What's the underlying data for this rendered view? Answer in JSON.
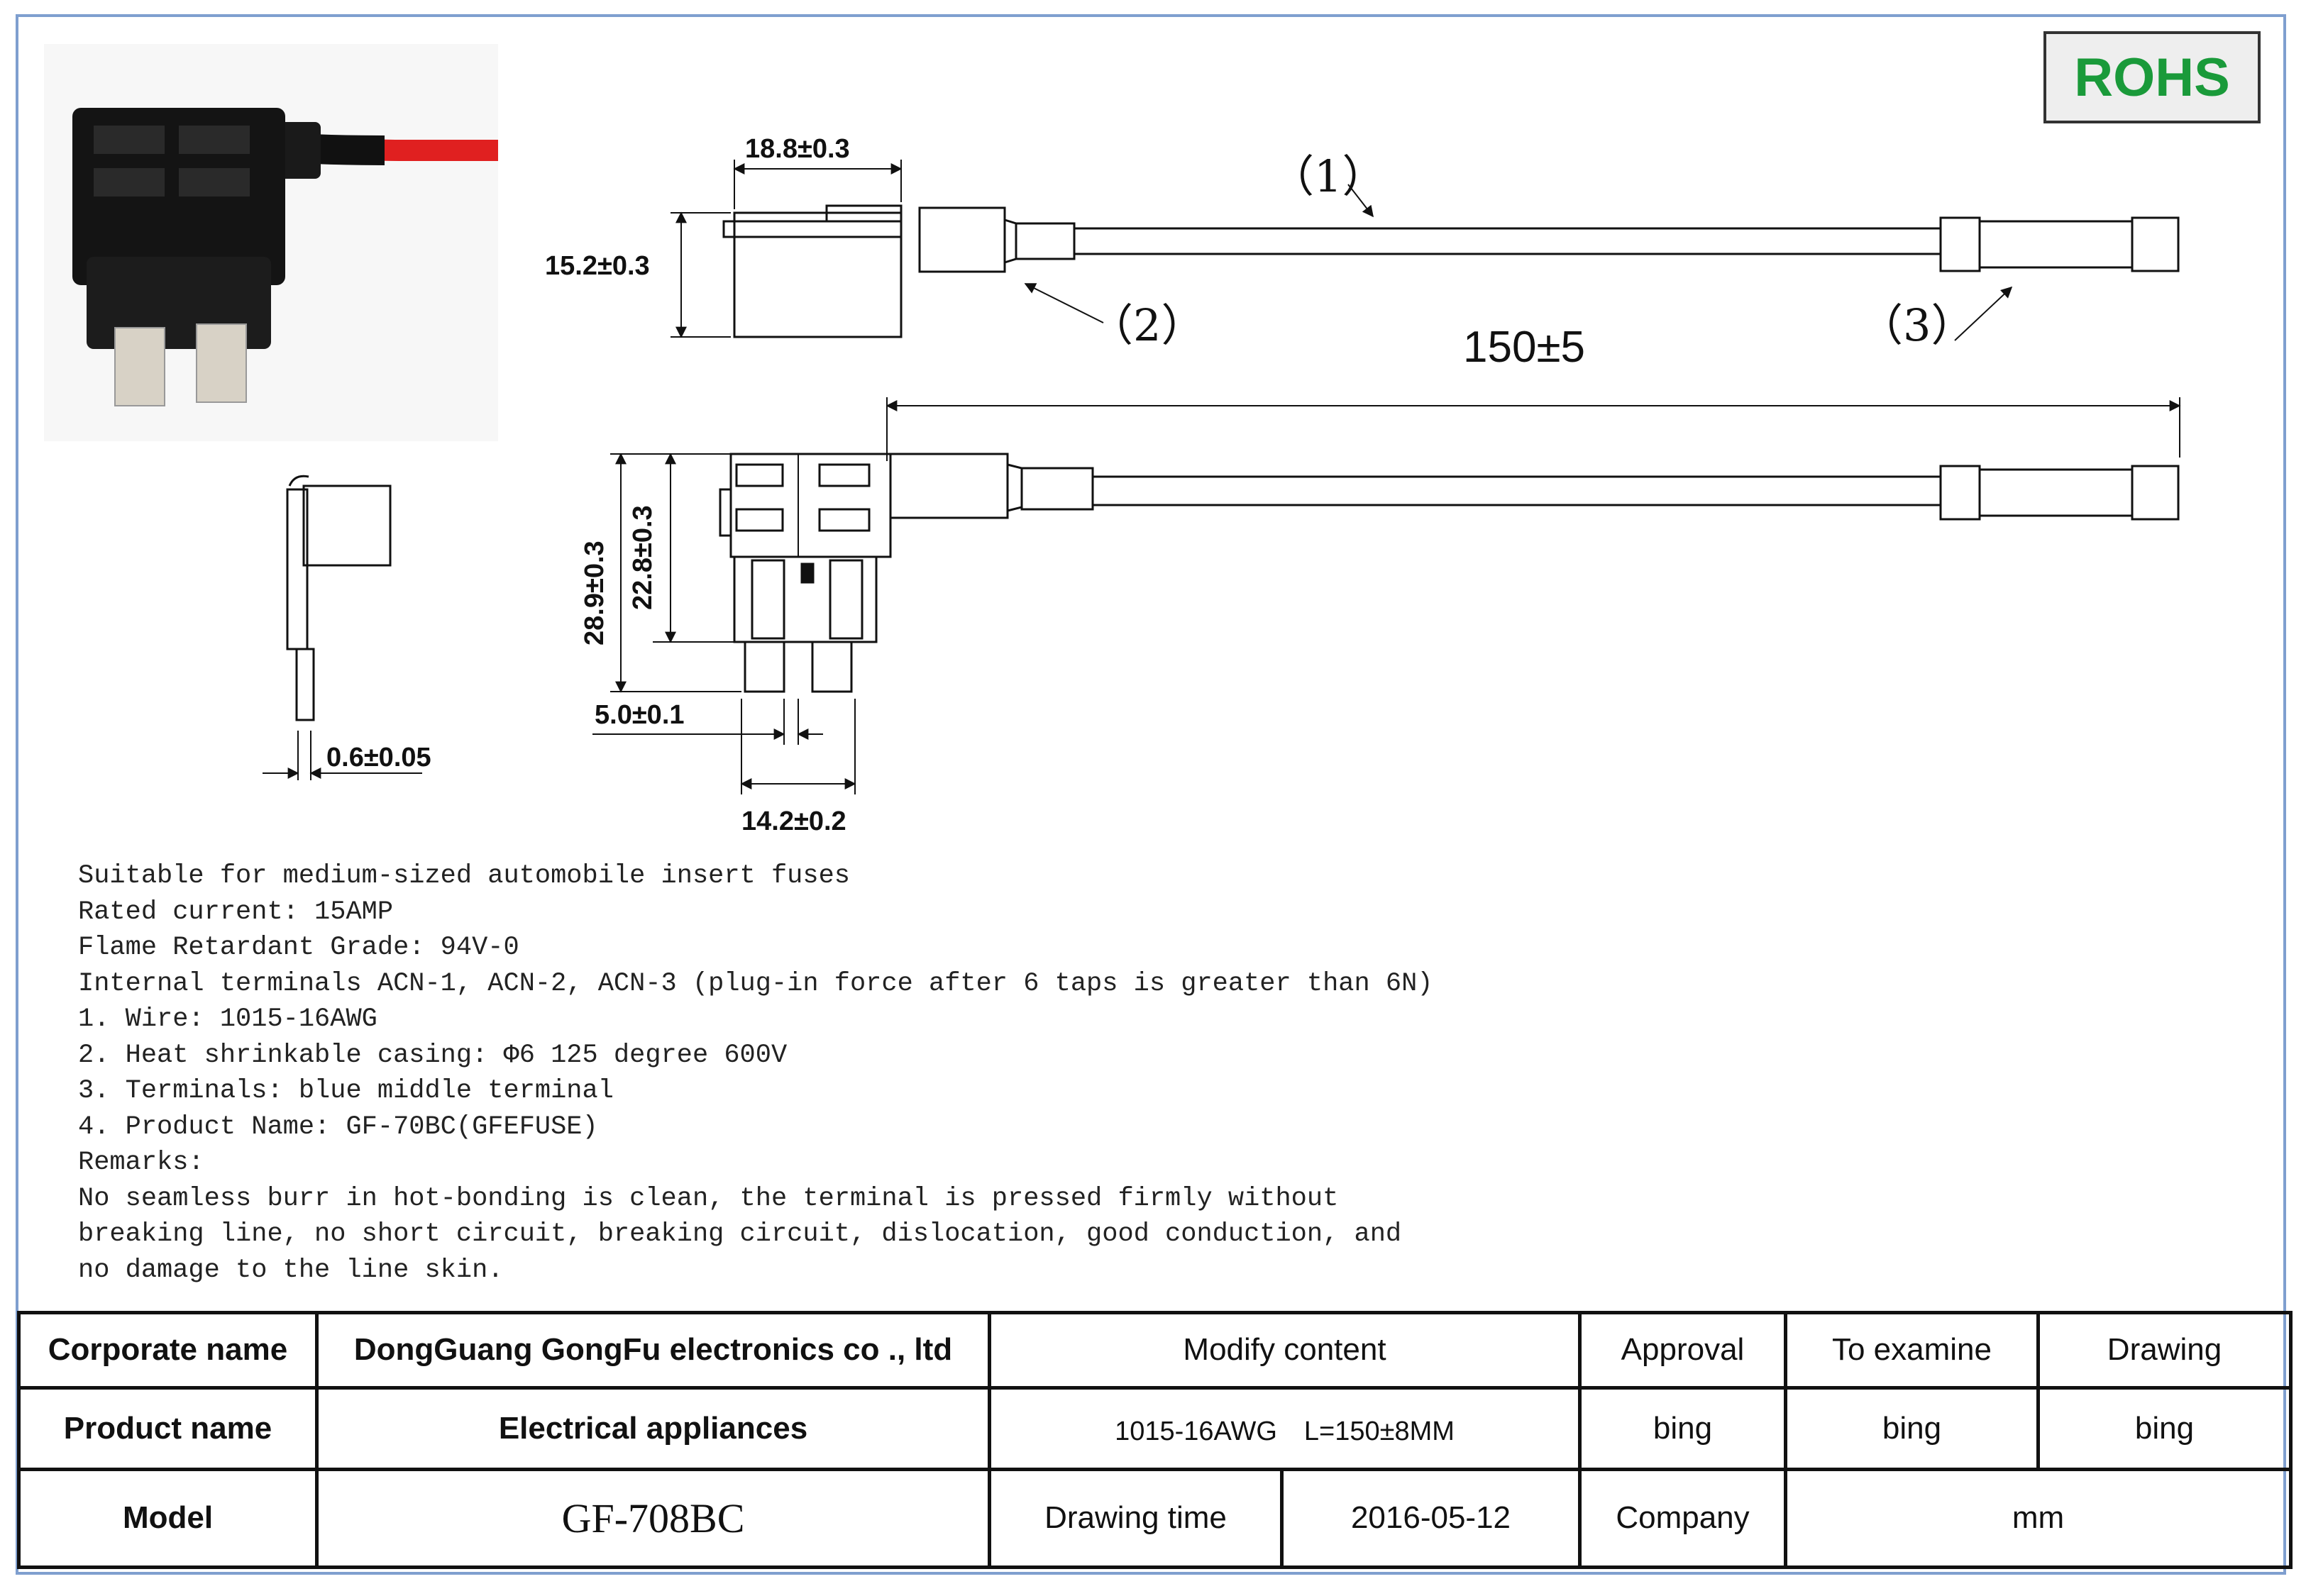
{
  "badge": "ROHS",
  "dimensions": {
    "body_width": "18.8±0.3",
    "body_height": "15.2±0.3",
    "length": "150±5",
    "total_height": "28.9±0.3",
    "body_height_2": "22.8±0.3",
    "blade_pitch": "5.0±0.1",
    "overall_width": "14.2±0.2",
    "blade_thickness": "0.6±0.05"
  },
  "callouts": [
    "（1）",
    "（2）",
    "（3）"
  ],
  "notes": [
    "Suitable for medium-sized automobile insert fuses",
    "Rated current: 15AMP",
    "Flame Retardant Grade: 94V-0",
    "Internal terminals ACN-1, ACN-2, ACN-3 (plug-in force after 6 taps is greater than 6N)",
    "1. Wire: 1015-16AWG",
    "2. Heat shrinkable casing: Φ6 125 degree 600V",
    "3. Terminals: blue middle terminal",
    "4. Product Name: GF-70BC(GFEFUSE)",
    "Remarks:",
    "No seamless burr in hot-bonding is clean, the terminal is pressed firmly without",
    "breaking line, no short circuit, breaking circuit, dislocation, good conduction, and",
    "no damage to the line skin."
  ],
  "title_block": {
    "corporate_label": "Corporate name",
    "corporate_value": "DongGuang GongFu electronics co ., ltd",
    "modify_label": "Modify content",
    "approval_label": "Approval",
    "examine_label": "To examine",
    "drawing_label": "Drawing",
    "product_label": "Product name",
    "product_value": "Electrical appliances",
    "modify_value": "1015-16AWG　L=150±8MM",
    "approval_value": "bing",
    "examine_value": "bing",
    "drawing_value": "bing",
    "model_label": "Model",
    "model_value": "GF-708BC",
    "drawing_time_label": "Drawing time",
    "drawing_time_value": "2016-05-12",
    "company_label": "Company",
    "company_value": "mm"
  },
  "colors": {
    "border": "#7f9fcf",
    "rohs_text": "#1a9a3a",
    "wire_red": "#e02020",
    "ink": "#111111"
  }
}
